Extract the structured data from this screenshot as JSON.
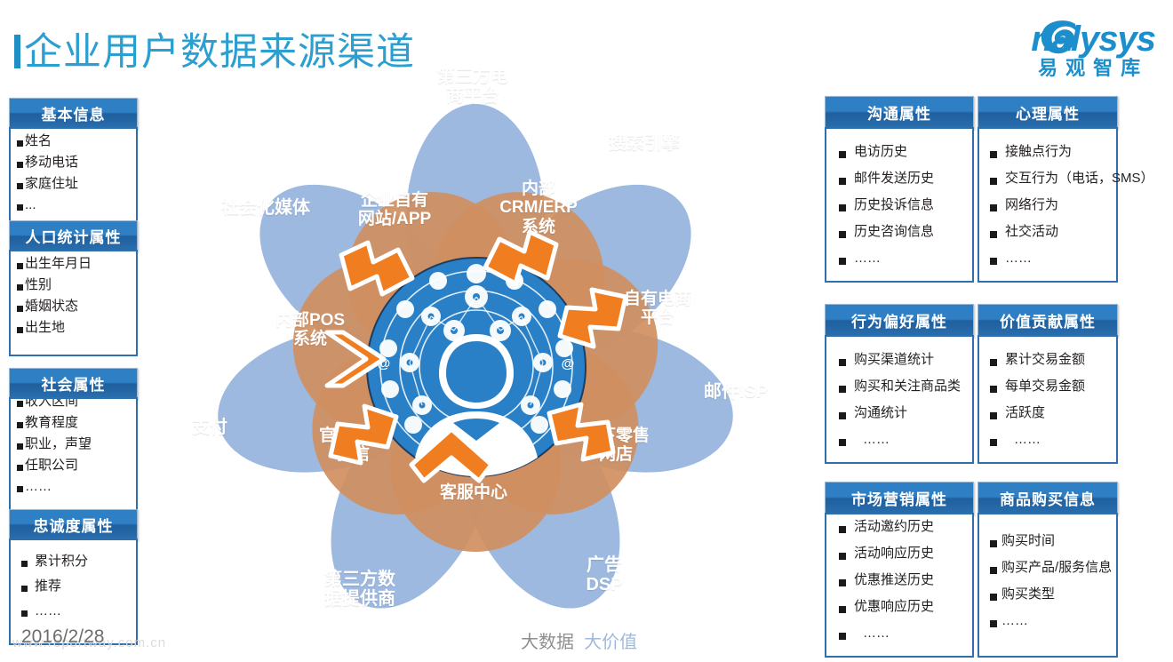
{
  "page": {
    "title": "企业用户数据来源渠道",
    "date": "2016/2/28",
    "tagline_1": "大数据",
    "tagline_2": "大价值",
    "watermark": "www.reportway.com.cn",
    "accent_color": "#2a9fd0",
    "header_blue": "#2f7fc4",
    "petal_blue": "#8fafdb",
    "petal_orange": "#d08f5f",
    "center_blue": "#2a80c6",
    "arrow_orange": "#f07d20"
  },
  "logo": {
    "wordmark": "nalysys",
    "chinese": "易观智库",
    "swoosh_icon": "analysys-swoosh-icon"
  },
  "left_cards": [
    {
      "title": "基本信息",
      "items": [
        "姓名",
        "移动电话",
        "家庭住址",
        "..."
      ]
    },
    {
      "title": "人口统计属性",
      "items": [
        "出生年月日",
        "性别",
        "婚姻状态",
        "出生地"
      ]
    },
    {
      "title": "社会属性",
      "items": [
        "收入区间",
        "教育程度",
        "职业，声望",
        "任职公司",
        "……"
      ]
    },
    {
      "title": "忠诚度属性",
      "items": [
        "累计积分",
        "推荐",
        "……"
      ]
    }
  ],
  "right_cards": [
    {
      "title": "沟通属性",
      "items": [
        "电访历史",
        "邮件发送历史",
        "历史投诉信息",
        "历史咨询信息",
        "……"
      ]
    },
    {
      "title": "心理属性",
      "items": [
        "接触点行为",
        "交互行为（电话，SMS）",
        "网络行为",
        "社交活动",
        "……"
      ]
    },
    {
      "title": "行为偏好属性",
      "items": [
        "购买渠道统计",
        "购买和关注商品类",
        "沟通统计",
        "……"
      ]
    },
    {
      "title": "价值贡献属性",
      "items": [
        "累计交易金额",
        "每单交易金额",
        "活跃度",
        "……"
      ]
    },
    {
      "title": "市场营销属性",
      "items": [
        "活动邀约历史",
        "活动响应历史",
        "优惠推送历史",
        "优惠响应历史",
        "……"
      ]
    },
    {
      "title": "商品购买信息",
      "items": [
        "购买时间",
        "购买产品/服务信息",
        "购买类型",
        "……"
      ]
    }
  ],
  "flower": {
    "outer_petals": [
      "第三方电\n商平台",
      "搜索引擎",
      "邮件ISP",
      "广告\nDSP",
      "第三方数\n据提供商",
      "支付",
      "社会化媒体"
    ],
    "outer_petals_flat": [
      "第三方电商平台",
      "搜索引擎",
      "邮件ISP",
      "广告 DSP",
      "第三方数据提供商",
      "支付",
      "社会化媒体"
    ],
    "outer_labels": [
      {
        "l1": "第三方电",
        "l2": "商平台"
      },
      {
        "l1": "搜索引擎",
        "l2": ""
      },
      {
        "l1": "邮件ISP",
        "l2": ""
      },
      {
        "l1": "广告",
        "l2": "DSP"
      },
      {
        "l1": "第三方数",
        "l2": "据提供商"
      },
      {
        "l1": "支付",
        "l2": ""
      },
      {
        "l1": "社会化媒体",
        "l2": ""
      }
    ],
    "inner_labels": [
      {
        "l1": "内部",
        "l2": "CRM/ERP",
        "l3": "系统"
      },
      {
        "l1": "自有电商",
        "l2": "平台",
        "l3": ""
      },
      {
        "l1": "线下零售",
        "l2": "网店",
        "l3": ""
      },
      {
        "l1": "客服中心",
        "l2": "",
        "l3": ""
      },
      {
        "l1": "官方微博",
        "l2": "微信",
        "l3": ""
      },
      {
        "l1": "内部POS",
        "l2": "系统",
        "l3": ""
      },
      {
        "l1": "企业自有",
        "l2": "网站/APP",
        "l3": ""
      }
    ],
    "inner_petals_flat": [
      "内部CRM/ERP系统",
      "自有电商平台",
      "线下零售网店",
      "客服中心",
      "官方微博微信",
      "内部POS系统",
      "企业自有网站/APP"
    ],
    "center_icon": "user-network-hub-icon"
  }
}
